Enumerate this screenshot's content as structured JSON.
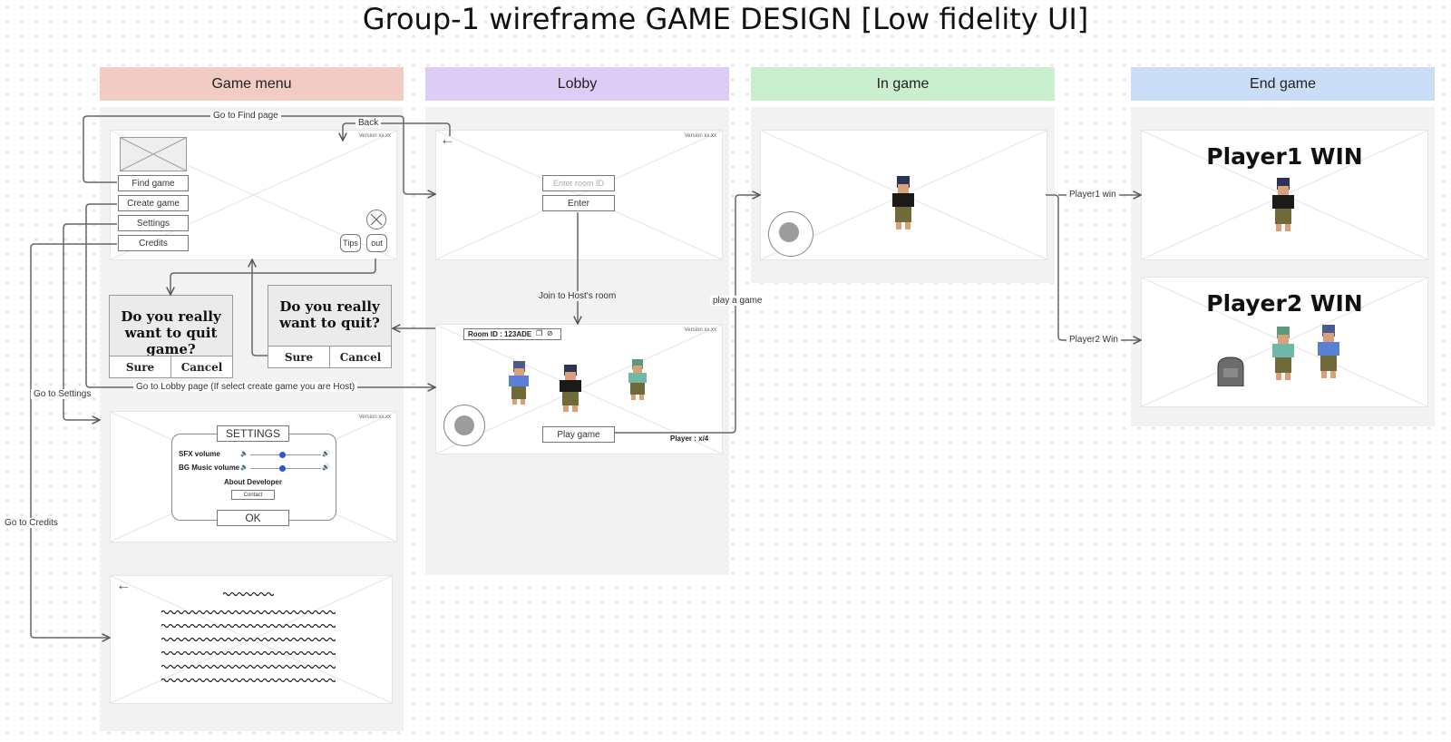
{
  "title": "Group-1 wireframe GAME DESIGN [Low fidelity UI]",
  "columns": [
    {
      "label": "Game menu",
      "color": "#f1cbc4"
    },
    {
      "label": "Lobby",
      "color": "#dccdf7"
    },
    {
      "label": "In game",
      "color": "#c9efcf"
    },
    {
      "label": "End game",
      "color": "#c9def6"
    }
  ],
  "version_text": "Version xx.xx",
  "menu": {
    "find": "Find game",
    "create": "Create game",
    "settings": "Settings",
    "credits": "Credits",
    "tips": "Tips",
    "out": "out"
  },
  "quit_game_dialog": {
    "question": "Do you really want to quit game?",
    "sure": "Sure",
    "cancel": "Cancel"
  },
  "quit_dialog": {
    "question": "Do you really want to quit?",
    "sure": "Sure",
    "cancel": "Cancel"
  },
  "settings": {
    "title": "SETTINGS",
    "sfx": "SFX volume",
    "bg": "BG Music volume",
    "about": "About Developer",
    "contact": "Contact",
    "ok": "OK",
    "sfx_level": 0.45,
    "bg_level": 0.45,
    "slider_color": "#2b55d9"
  },
  "lobby": {
    "room_placeholder": "Enter room ID",
    "enter": "Enter",
    "room_id": "Room ID : 123ADE",
    "play": "Play game",
    "players": "Player : x/4"
  },
  "endgame": {
    "p1": "Player1 WIN",
    "p2": "Player2 WIN"
  },
  "connectors": {
    "find": "Go to Find page",
    "back": "Back",
    "lobby": "Go to Lobby page (If select create game you are Host)",
    "settings": "Go to Settings",
    "credits": "Go to Credits",
    "join": "Join to Host's room",
    "play": "play a game",
    "p1win": "Player1 win",
    "p2win": "Player2 Win"
  },
  "icons": [
    "close-icon",
    "copy-icon",
    "eye-off-icon",
    "back-arrow-icon",
    "joystick-icon",
    "speaker-low-icon",
    "speaker-high-icon"
  ]
}
